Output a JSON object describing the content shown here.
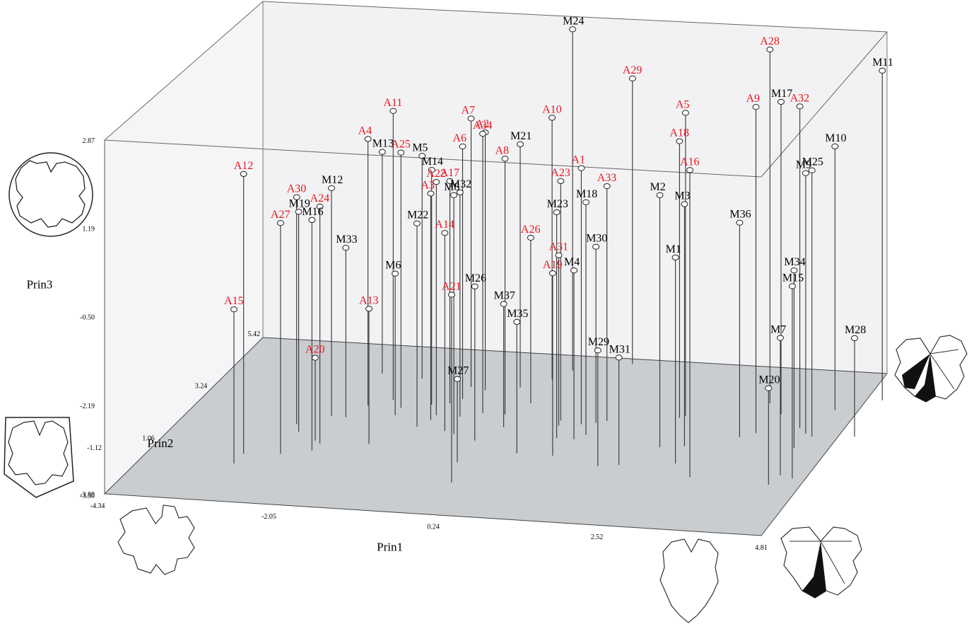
{
  "chart_data": {
    "type": "scatter",
    "title": "",
    "axes": {
      "x": {
        "label": "Prin1",
        "range": [
          -4.34,
          4.81
        ],
        "ticks": [
          "-4.34",
          "-2.05",
          "0.24",
          "2.52",
          "4.81"
        ]
      },
      "y": {
        "label": "Prin2",
        "range": [
          -1.12,
          5.42
        ],
        "ticks": [
          "-1.12",
          "1.06",
          "3.24",
          "5.42"
        ]
      },
      "z": {
        "label": "Prin3",
        "range": [
          -3.88,
          2.87
        ],
        "ticks": [
          "-3.88",
          "-2.19",
          "-0.50",
          "1.19",
          "2.87"
        ],
        "floor_label": "-3.30"
      }
    },
    "colors": {
      "A": "#e8141c",
      "M": "#000000",
      "floor": "#c9cdd0",
      "wall": "#f1f1f3"
    },
    "series": [
      {
        "group": "A",
        "points": [
          {
            "label": "A1",
            "x": 0.98,
            "y": 2.8,
            "z": 1.01
          },
          {
            "label": "A2",
            "x": -0.73,
            "y": 3.9,
            "z": 1.04
          },
          {
            "label": "A3",
            "x": -1.05,
            "y": 2.6,
            "z": 0.44
          },
          {
            "label": "A4",
            "x": -2.06,
            "y": 3.0,
            "z": 1.21
          },
          {
            "label": "A5",
            "x": 2.23,
            "y": 3.4,
            "z": 1.9
          },
          {
            "label": "A6",
            "x": -0.91,
            "y": 3.5,
            "z": 0.94
          },
          {
            "label": "A7",
            "x": -0.96,
            "y": 4.0,
            "z": 1.24
          },
          {
            "label": "A8",
            "x": -0.15,
            "y": 3.0,
            "z": 1.0
          },
          {
            "label": "A9",
            "x": 3.38,
            "y": 2.9,
            "z": 2.34
          },
          {
            "label": "A10",
            "x": 0.0,
            "y": 4.5,
            "z": 1.11
          },
          {
            "label": "A11",
            "x": -1.81,
            "y": 3.3,
            "z": 1.63
          },
          {
            "label": "A12",
            "x": -3.05,
            "y": 0.8,
            "z": 1.46
          },
          {
            "label": "A13",
            "x": -1.54,
            "y": 1.5,
            "z": -1.3
          },
          {
            "label": "A14",
            "x": -0.72,
            "y": 2.2,
            "z": -0.1
          },
          {
            "label": "A15",
            "x": -3.05,
            "y": 0.4,
            "z": -0.94
          },
          {
            "label": "A16",
            "x": 3.1,
            "y": 1.0,
            "z": 1.98
          },
          {
            "label": "A17",
            "x": -1.02,
            "y": 3.3,
            "z": 0.36
          },
          {
            "label": "A18",
            "x": 2.18,
            "y": 3.3,
            "z": 1.4
          },
          {
            "label": "A19",
            "x": 1.02,
            "y": 1.5,
            "z": -0.4
          },
          {
            "label": "A20",
            "x": -2.29,
            "y": 1.5,
            "z": -2.3
          },
          {
            "label": "A21",
            "x": 0.05,
            "y": 0.2,
            "z": -0.3
          },
          {
            "label": "A22",
            "x": -1.04,
            "y": 2.8,
            "z": 0.57
          },
          {
            "label": "A23",
            "x": 0.66,
            "y": 2.9,
            "z": 0.69
          },
          {
            "label": "A24",
            "x": -2.19,
            "y": 1.4,
            "z": 0.64
          },
          {
            "label": "A25",
            "x": -1.6,
            "y": 3.0,
            "z": 0.99
          },
          {
            "label": "A26",
            "x": 0.04,
            "y": 3.5,
            "z": -0.72
          },
          {
            "label": "A27",
            "x": -2.57,
            "y": 0.9,
            "z": 0.52
          },
          {
            "label": "A28",
            "x": 3.17,
            "y": 4.1,
            "z": 2.87
          },
          {
            "label": "A29",
            "x": 0.85,
            "y": 5.3,
            "z": 1.57
          },
          {
            "label": "A30",
            "x": -2.75,
            "y": 2.1,
            "z": 0.45
          },
          {
            "label": "A31",
            "x": 0.7,
            "y": 2.7,
            "z": -0.63
          },
          {
            "label": "A32",
            "x": 3.89,
            "y": 3.2,
            "z": 2.26
          },
          {
            "label": "A33",
            "x": 1.27,
            "y": 3.0,
            "z": 0.6
          },
          {
            "label": "A34",
            "x": -0.46,
            "y": 3.0,
            "z": 1.45
          }
        ]
      },
      {
        "group": "M",
        "points": [
          {
            "label": "M1",
            "x": 2.73,
            "y": 1.5,
            "z": 0.05
          },
          {
            "label": "M2",
            "x": 2.31,
            "y": 2.1,
            "z": 0.93
          },
          {
            "label": "M3",
            "x": 2.62,
            "y": 2.2,
            "z": 0.74
          },
          {
            "label": "M4",
            "x": 1.08,
            "y": 2.2,
            "z": -0.66
          },
          {
            "label": "M5",
            "x": -1.71,
            "y": 4.2,
            "z": 0.37
          },
          {
            "label": "M6",
            "x": -1.58,
            "y": 2.7,
            "z": -1.18
          },
          {
            "label": "M7",
            "x": 4.26,
            "y": 1.3,
            "z": -1.26
          },
          {
            "label": "M8",
            "x": -0.56,
            "y": 2.1,
            "z": 0.68
          },
          {
            "label": "M9",
            "x": 4.04,
            "y": 3.0,
            "z": 1.09
          },
          {
            "label": "M10",
            "x": 4.11,
            "y": 4.0,
            "z": 1.15
          },
          {
            "label": "M11",
            "x": 4.6,
            "y": 4.5,
            "z": 2.41
          },
          {
            "label": "M12",
            "x": -2.4,
            "y": 2.5,
            "z": 0.47
          },
          {
            "label": "M13",
            "x": -2.3,
            "y": 4.3,
            "z": 0.35
          },
          {
            "label": "M14",
            "x": -1.24,
            "y": 3.2,
            "z": 0.6
          },
          {
            "label": "M15",
            "x": 4.46,
            "y": 1.2,
            "z": -0.21
          },
          {
            "label": "M16",
            "x": -2.2,
            "y": 1.1,
            "z": 0.52
          },
          {
            "label": "M17",
            "x": 3.46,
            "y": 3.7,
            "z": 2.08
          },
          {
            "label": "M18",
            "x": 1.18,
            "y": 2.4,
            "z": 0.56
          },
          {
            "label": "M19",
            "x": -2.62,
            "y": 1.8,
            "z": 0.32
          },
          {
            "label": "M20",
            "x": 4.23,
            "y": 0.9,
            "z": -2.04
          },
          {
            "label": "M21",
            "x": -0.31,
            "y": 4.1,
            "z": 0.76
          },
          {
            "label": "M22",
            "x": -1.14,
            "y": 2.3,
            "z": 0.0
          },
          {
            "label": "M23",
            "x": 0.84,
            "y": 2.2,
            "z": 0.43
          },
          {
            "label": "M24",
            "x": 0.15,
            "y": 4.9,
            "z": 2.63
          },
          {
            "label": "M25",
            "x": 4.16,
            "y": 2.9,
            "z": 1.2
          },
          {
            "label": "M26",
            "x": -0.2,
            "y": 1.9,
            "z": -0.94
          },
          {
            "label": "M27",
            "x": -0.14,
            "y": 1.0,
            "z": -2.29
          },
          {
            "label": "M28",
            "x": 4.72,
            "y": 3.0,
            "z": -2.0
          },
          {
            "label": "M29",
            "x": 1.75,
            "y": 1.2,
            "z": -1.67
          },
          {
            "label": "M30",
            "x": 1.15,
            "y": 2.9,
            "z": -0.52
          },
          {
            "label": "M31",
            "x": 2.01,
            "y": 1.3,
            "z": -1.83
          },
          {
            "label": "M32",
            "x": -0.71,
            "y": 2.8,
            "z": 0.4
          },
          {
            "label": "M33",
            "x": -2.2,
            "y": 2.5,
            "z": -0.65
          },
          {
            "label": "M34",
            "x": 4.08,
            "y": 2.4,
            "z": -0.49
          },
          {
            "label": "M35",
            "x": 0.52,
            "y": 1.5,
            "z": -1.37
          },
          {
            "label": "M36",
            "x": 3.22,
            "y": 2.7,
            "z": 0.21
          },
          {
            "label": "M37",
            "x": 0.0,
            "y": 2.5,
            "z": -1.53
          }
        ]
      }
    ]
  },
  "leaf_icons": [
    "round-lobed-leaf-icon",
    "pentagonal-leaf-icon",
    "lobed-leaf-icon-front-left",
    "cordate-leaf-icon-front-right",
    "shaded-lobed-leaf-icon-bottom-right",
    "shaded-lobed-leaf-icon-right"
  ]
}
